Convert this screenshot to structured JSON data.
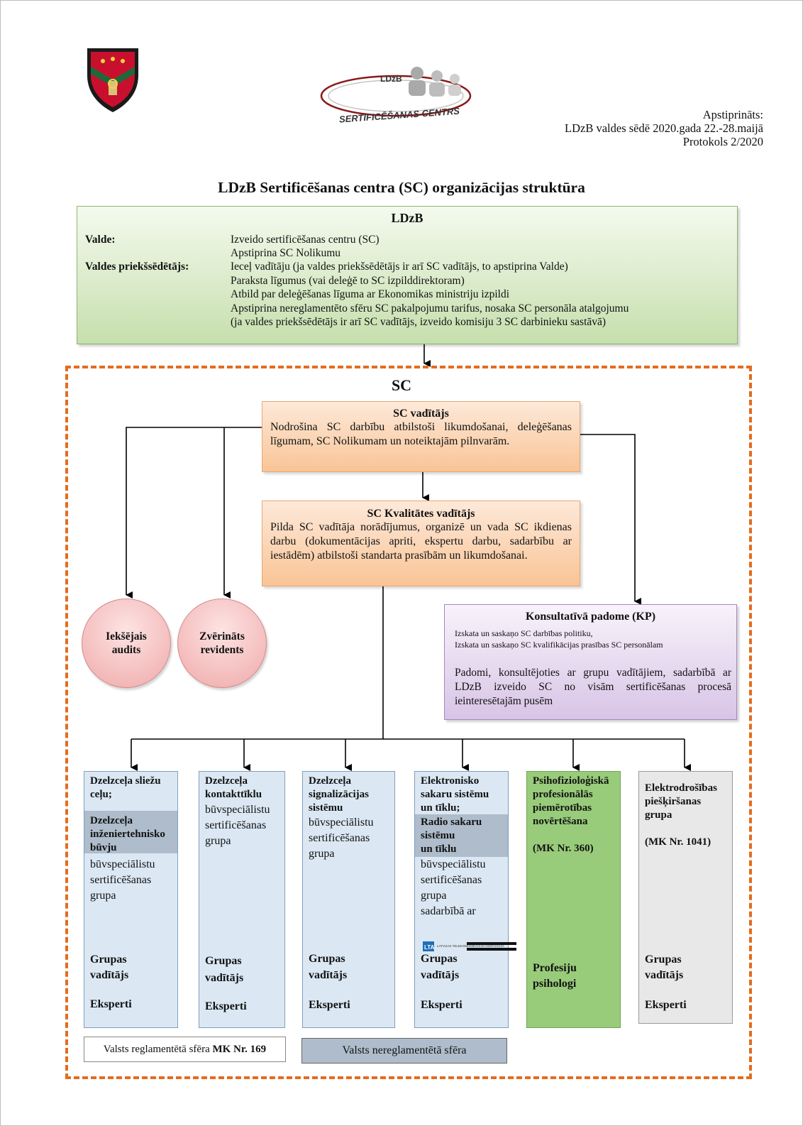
{
  "approval": {
    "line1": "Apstiprināts:",
    "line2": "LDzB valdes sēdē 2020.gada 22.-28.maijā",
    "line3": "Protokols 2/2020"
  },
  "logo_center": {
    "top_text": "LDzB",
    "bottom_text": "SERTIFICĒŠANAS CENTRS"
  },
  "title": "LDzB Sertificēšanas centra (SC) organizācijas struktūra",
  "ldzb": {
    "heading": "LDzB",
    "valde_label": "Valde:",
    "valde_items": [
      "Izveido sertificēšanas centru (SC)",
      "Apstiprina SC Nolikumu"
    ],
    "chair_label": "Valdes priekšsēdētājs:",
    "chair_items": [
      "Ieceļ vadītāju (ja valdes priekšsēdētājs ir arī SC vadītājs, to apstiprina Valde)",
      "Paraksta līgumus (vai deleģē to SC izpilddirektoram)",
      "Atbild par deleģēšanas līguma ar Ekonomikas ministriju izpildi",
      "Apstiprina nereglamentēto sfēru SC pakalpojumu tarifus, nosaka SC personāla atalgojumu",
      "(ja valdes priekšsēdētājs ir arī SC vadītājs, izveido komisiju 3 SC darbinieku sastāvā)"
    ]
  },
  "sc": {
    "label": "SC",
    "head": {
      "title": "SC vadītājs",
      "text": "Nodrošina SC darbību atbilstoši likumdošanai, deleģēšanas līgumam, SC Nolikumam un noteiktajām pilnvarām."
    },
    "quality": {
      "title": "SC Kvalitātes vadītājs",
      "text": "Pilda SC vadītāja norādījumus, organizē un vada SC ikdienas darbu (dokumentācijas apriti, ekspertu darbu, sadarbību ar iestādēm) atbilstoši standarta prasībām un likumdošanai."
    },
    "internal_audit": {
      "line1": "Iekšējais",
      "line2": "audits"
    },
    "sworn_auditor": {
      "line1": "Zvērināts",
      "line2": "revidents"
    },
    "kp": {
      "title": "Konsultatīvā padome (KP)",
      "small1": "Izskata un saskaņo SC darbības politiku,",
      "small2": "Izskata un saskaņo SC kvalifikācijas prasības SC personālam",
      "text": "Padomi, konsultējoties ar grupu vadītājiem, sadarbībā ar LDzB izveido SC no visām sertificēšanas procesā ieinteresētajām pusēm"
    }
  },
  "groups": {
    "g1": {
      "l1": "Dzelzceļa sliežu",
      "l2": "ceļu;",
      "b1": "Dzelzceļa",
      "b2": "inženiertehnisko",
      "b3": "būvju",
      "n1": "būvspeciālistu",
      "n2": "sertificēšanas",
      "n3": "grupa",
      "lead1": "Grupas",
      "lead2": "vadītājs",
      "experts": "Eksperti"
    },
    "g2": {
      "l1": "Dzelzceļa",
      "l2": "kontakttīklu",
      "n1": "būvspeciālistu",
      "n2": "sertificēšanas",
      "n3": "grupa",
      "lead1": "Grupas",
      "lead2": "vadītājs",
      "experts": "Eksperti"
    },
    "g3": {
      "l1": "Dzelzceļa",
      "l2": "signalizācijas",
      "l3": "sistēmu",
      "n1": "būvspeciālistu",
      "n2": "sertificēšanas",
      "n3": "grupa",
      "lead1": "Grupas",
      "lead2": "vadītājs",
      "experts": "Eksperti"
    },
    "g4": {
      "l1": "Elektronisko",
      "l2": "sakaru sistēmu",
      "l3": "un tīklu;",
      "b1": "Radio sakaru",
      "b2": "sistēmu",
      "b3": "un tīklu",
      "n1": "būvspeciālistu",
      "n2": "sertificēšanas",
      "n3": "grupa",
      "n4": "sadarbībā ar",
      "lead1": "Grupas",
      "lead2": "vadītājs",
      "experts": "Eksperti"
    },
    "g5": {
      "l1": "Psihofizioloģiskā",
      "l2": "profesionālās",
      "l3": "piemērotības",
      "l4": "novērtēšana",
      "reg": "(MK Nr. 360)",
      "lead1": "Profesiju",
      "lead2": "psihologi"
    },
    "g6": {
      "l1": "Elektrodrošības",
      "l2": "piešķiršanas",
      "l3": "grupa",
      "reg": "(MK Nr. 1041)",
      "lead1": "Grupas",
      "lead2": "vadītājs",
      "experts": "Eksperti"
    }
  },
  "ltr_text": "LATVIJAS TELEKOMUNIKĀCIJU ASOCIĀCIJA",
  "footer": {
    "regulated": "Valsts reglamentētā sfēra ",
    "regulated_bold": "MK Nr. 169",
    "unregulated": "Valsts nereglamentētā sfēra"
  },
  "colors": {
    "dashed_frame": "#e36c1f",
    "ldzb_box": "#c6dfad",
    "orange_box": "#f9c496",
    "kp_box": "#d8c4e6",
    "group_blue": "#dbe8f4",
    "group_green": "#99cc7a",
    "group_grey": "#e8e8e8"
  }
}
